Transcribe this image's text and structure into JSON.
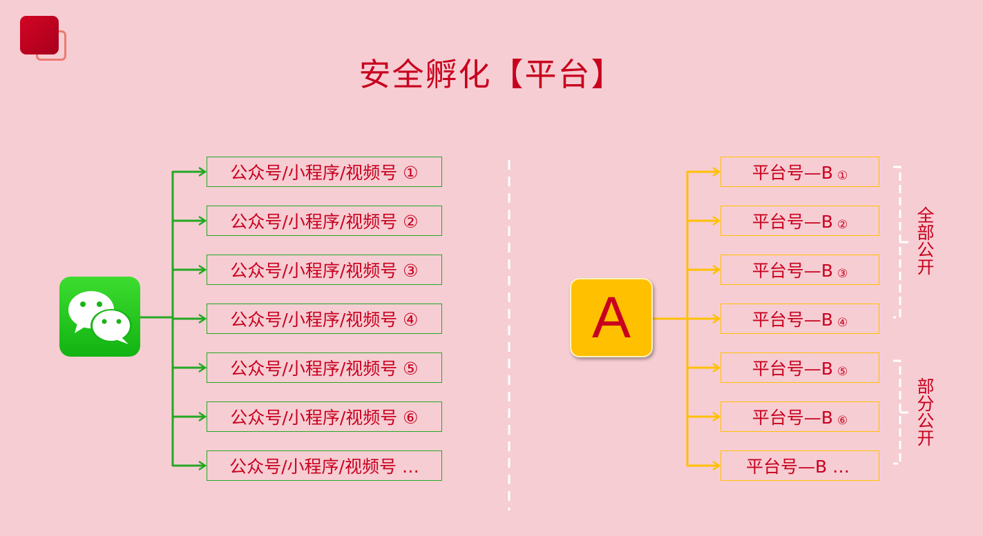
{
  "title": "安全孵化【平台】",
  "left": {
    "icon": "wechat-icon",
    "color": "#22a822",
    "items": [
      "公众号/小程序/视频号 ①",
      "公众号/小程序/视频号 ②",
      "公众号/小程序/视频号 ③",
      "公众号/小程序/视频号 ④",
      "公众号/小程序/视频号 ⑤",
      "公众号/小程序/视频号 ⑥",
      "公众号/小程序/视频号 …"
    ]
  },
  "right": {
    "icon_letter": "A",
    "color": "#ffc000",
    "items": [
      {
        "label": "平台号—B",
        "sub": "①"
      },
      {
        "label": "平台号—B",
        "sub": "②"
      },
      {
        "label": "平台号—B",
        "sub": "③"
      },
      {
        "label": "平台号—B",
        "sub": "④"
      },
      {
        "label": "平台号—B",
        "sub": "⑤"
      },
      {
        "label": "平台号—B",
        "sub": "⑥"
      },
      {
        "label": "平台号—B …",
        "sub": ""
      }
    ],
    "groups": [
      "全部公开",
      "部分公开"
    ]
  }
}
